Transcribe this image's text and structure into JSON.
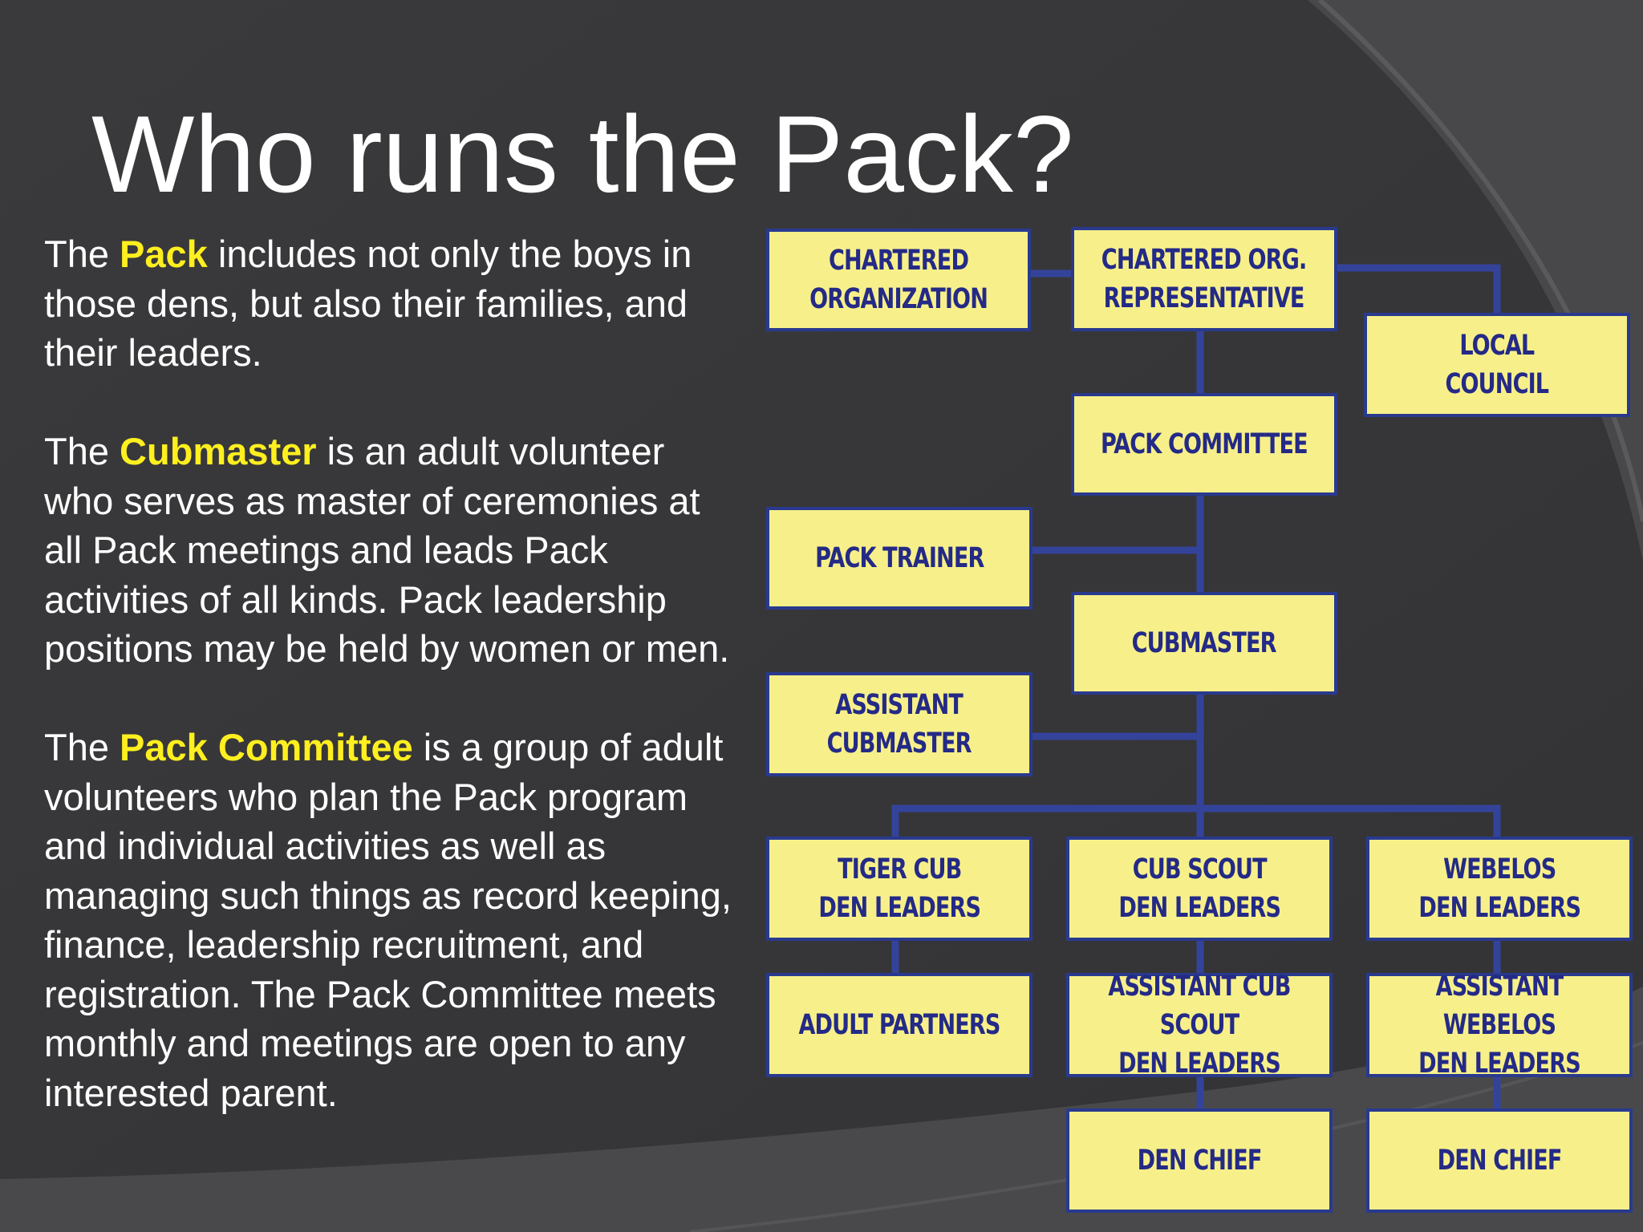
{
  "slide": {
    "title": "Who runs the Pack?",
    "paragraphs": [
      {
        "before": "The ",
        "highlight": "Pack",
        "after": " includes not only the boys in those dens, but also their families, and their leaders."
      },
      {
        "before": "The ",
        "highlight": "Cubmaster",
        "after": " is an adult volunteer who serves as master of ceremonies at all Pack meetings and leads Pack activities of all kinds. Pack leadership positions may be held by women or men."
      },
      {
        "before": "The ",
        "highlight": "Pack Committee",
        "after": " is a group of adult volunteers who plan the Pack program and individual activities as well as managing such things as record keeping, finance, leadership recruitment, and registration. The Pack Committee meets monthly and meetings are open to any interested parent."
      }
    ]
  },
  "org_chart": {
    "colors": {
      "box_fill": "#f7f08a",
      "box_border": "#293a8e",
      "box_text": "#242a86",
      "connector": "#34439a"
    },
    "boxes": {
      "chartered_org": "CHARTERED\nORGANIZATION",
      "chartered_rep": "CHARTERED ORG.\nREPRESENTATIVE",
      "local_council": "LOCAL\nCOUNCIL",
      "pack_committee": "PACK COMMITTEE",
      "pack_trainer": "PACK TRAINER",
      "cubmaster": "CUBMASTER",
      "assistant_cubmaster": "ASSISTANT\nCUBMASTER",
      "tiger_cub_leaders": "TIGER CUB\nDEN LEADERS",
      "cub_scout_leaders": "CUB SCOUT\nDEN LEADERS",
      "webelos_leaders": "WEBELOS\nDEN LEADERS",
      "adult_partners": "ADULT PARTNERS",
      "asst_cub_scout_leaders": "ASSISTANT CUB SCOUT\nDEN LEADERS",
      "asst_webelos_leaders": "ASSISTANT WEBELOS\nDEN LEADERS",
      "den_chief_cub": "DEN CHIEF",
      "den_chief_webelos": "DEN CHIEF"
    }
  }
}
